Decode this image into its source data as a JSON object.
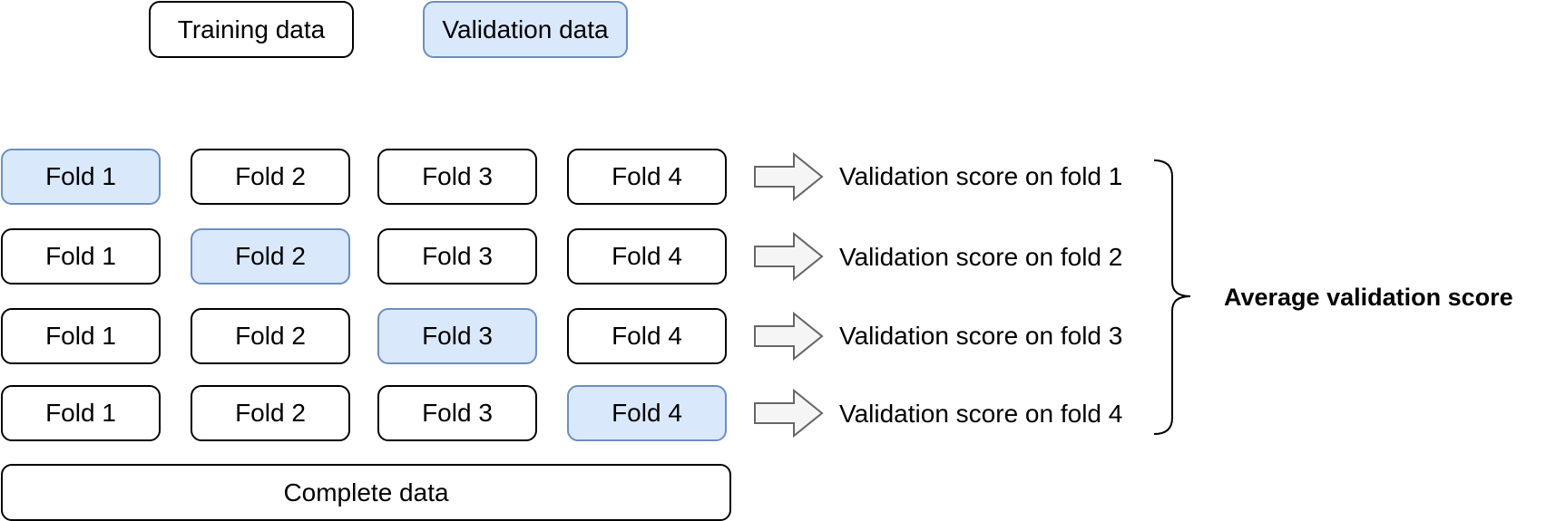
{
  "legend": {
    "training_label": "Training data",
    "validation_label": "Validation data"
  },
  "rows": [
    {
      "folds": [
        "Fold 1",
        "Fold 2",
        "Fold 3",
        "Fold 4"
      ],
      "score": "Validation score on fold 1"
    },
    {
      "folds": [
        "Fold 1",
        "Fold 2",
        "Fold 3",
        "Fold 4"
      ],
      "score": "Validation score on fold 2"
    },
    {
      "folds": [
        "Fold 1",
        "Fold 2",
        "Fold 3",
        "Fold 4"
      ],
      "score": "Validation score on fold 3"
    },
    {
      "folds": [
        "Fold 1",
        "Fold 2",
        "Fold 3",
        "Fold 4"
      ],
      "score": "Validation score on fold 4"
    }
  ],
  "complete_label": "Complete data",
  "average_label": "Average validation score",
  "colors": {
    "validation_fill": "#dae8fc",
    "validation_border": "#6c8ebf",
    "training_fill": "#ffffff",
    "training_border": "#000000",
    "arrow_fill": "#f5f5f5",
    "arrow_stroke": "#666666"
  }
}
